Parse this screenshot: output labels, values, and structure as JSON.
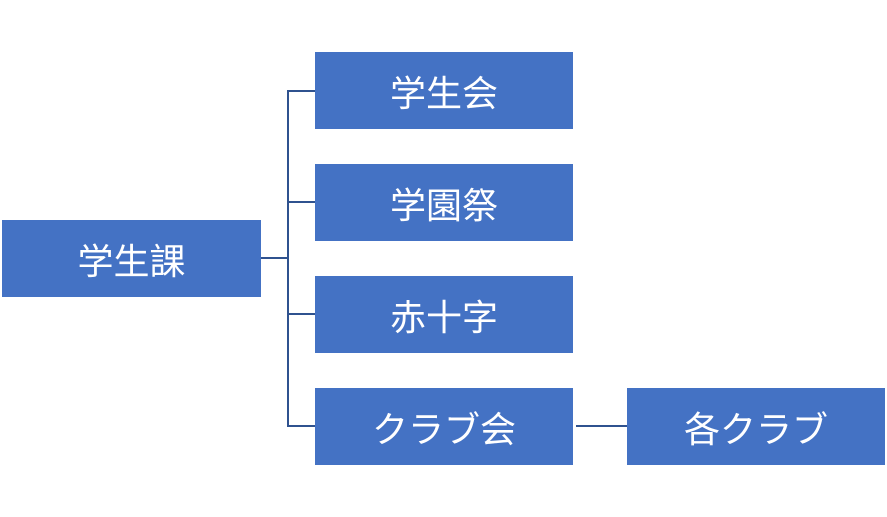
{
  "diagram": {
    "root": {
      "label": "学生課"
    },
    "children": [
      {
        "label": "学生会"
      },
      {
        "label": "学園祭"
      },
      {
        "label": "赤十字"
      },
      {
        "label": "クラブ会",
        "child": {
          "label": "各クラブ"
        }
      }
    ]
  },
  "colors": {
    "box_fill": "#4472C4",
    "box_text": "#FFFFFF",
    "connector": "#2F528F"
  }
}
